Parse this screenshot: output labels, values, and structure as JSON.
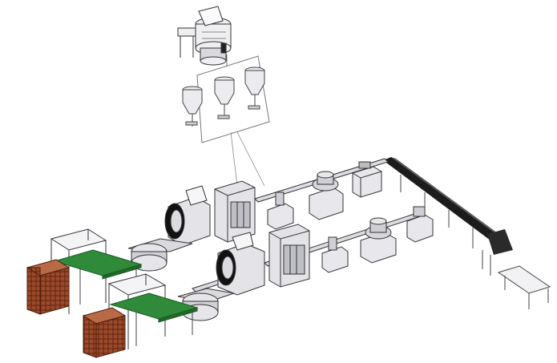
{
  "scene": {
    "description_visible_text": "",
    "background": "#ffffff",
    "colors": {
      "line": "#3a3a3a",
      "machine_fill": "#e8e8ec",
      "machine_shade": "#c9c9cf",
      "dark": "#1a1a1a",
      "green_table": "#2f8a3a",
      "pallet": "#a0522d",
      "pallet_dark": "#6b2f16"
    },
    "components": [
      "silo-feeder",
      "hopper-row",
      "blister-machine",
      "cartoner",
      "conveyor",
      "rotary-filler",
      "capper",
      "inclined-conveyor",
      "outfeed-table",
      "palletizer-frame",
      "pallet-stack"
    ]
  }
}
